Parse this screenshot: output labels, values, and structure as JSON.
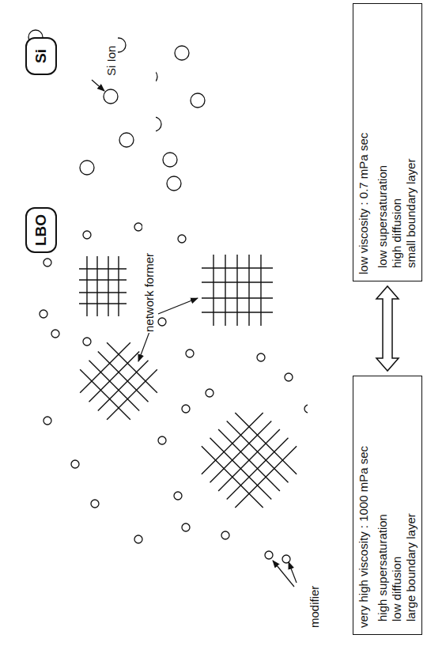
{
  "diagram": {
    "nodes": [
      {
        "text": [
          "LBO"
        ]
      },
      {
        "text": [
          "Si"
        ]
      },
      {
        "text": [
          "very high viscosity : 1000 mPa sec",
          "high supersaturation",
          "low diffusion",
          "large boundary layer"
        ]
      },
      {
        "text": [
          "low viscosity : 0.7 mPa sec",
          "low supersaturation",
          "high diffusion",
          "small boundary layer"
        ]
      }
    ],
    "edges": [
      {
        "from": 2,
        "to": 3,
        "arrow": "both"
      }
    ],
    "labels": [
      "network former",
      "modifier",
      "Si Ion"
    ]
  }
}
